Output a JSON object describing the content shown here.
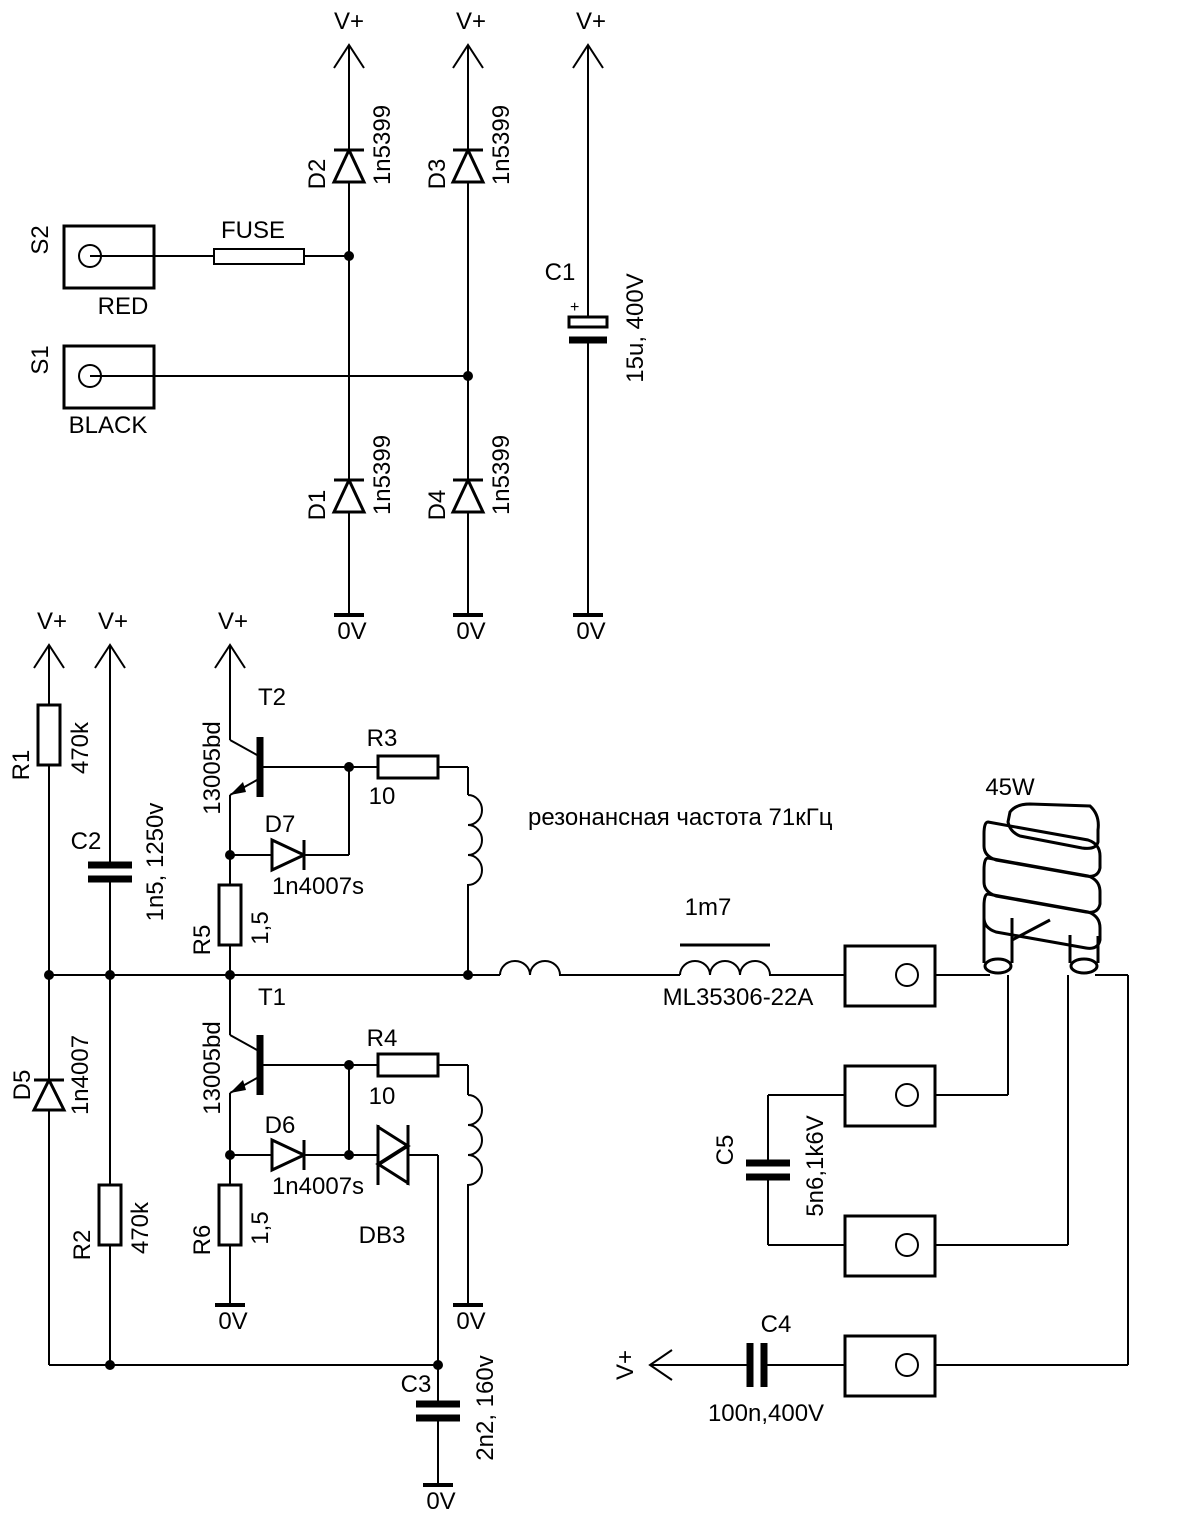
{
  "labels": {
    "power": "V+",
    "ground": "0V",
    "s2": "S2",
    "s2_color": "RED",
    "s1": "S1",
    "s1_color": "BLACK",
    "fuse": "FUSE",
    "d1": "D1",
    "d2": "D2",
    "d3": "D3",
    "d4": "D4",
    "bridge_diode": "1n5399",
    "c1": "C1",
    "c1_value": "15u, 400V",
    "c1_polarity": "+",
    "r1": "R1",
    "r1_value": "470k",
    "r2": "R2",
    "r2_value": "470k",
    "c2": "C2",
    "c2_value": "1n5, 1250v",
    "d5": "D5",
    "d5_value": "1n4007",
    "t1": "T1",
    "t2": "T2",
    "transistor": "13005bd",
    "r3": "R3",
    "r4": "R4",
    "r34_value": "10",
    "r5": "R5",
    "r6": "R6",
    "r56_value": "1,5",
    "d6": "D6",
    "d7": "D7",
    "d67_value": "1n4007s",
    "db3": "DB3",
    "c3": "C3",
    "c3_value": "2n2, 160v",
    "choke_value": "1m7",
    "choke_part": "ML35306-22A",
    "resonance_note": "резонансная частота 71кГц",
    "lamp_power": "45W",
    "c5": "C5",
    "c5_value": "5n6,1k6V",
    "c4": "C4",
    "c4_value": "100n,400V"
  }
}
